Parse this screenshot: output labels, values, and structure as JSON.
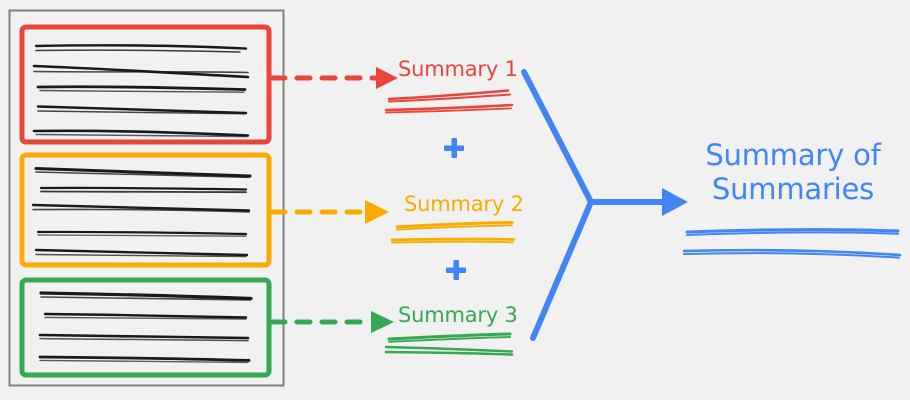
{
  "meta": {
    "title": "Summary of Summaries diagram",
    "background_color": "#f1f1f1"
  },
  "colors": {
    "red": "#e8453c",
    "orange": "#f9ab00",
    "green": "#34a853",
    "blue": "#4285f4",
    "text_black": "#1a1a1a",
    "container_border": "#808080",
    "background": "#f1f1f1"
  },
  "source_document": {
    "name": "document-container",
    "chunks": [
      {
        "id": "chunk-1",
        "color": "#e8453c",
        "line_count": 5,
        "label": ""
      },
      {
        "id": "chunk-2",
        "color": "#f9ab00",
        "line_count": 5,
        "label": ""
      },
      {
        "id": "chunk-3",
        "color": "#34a853",
        "line_count": 4,
        "label": ""
      }
    ]
  },
  "arrows": {
    "chunk_to_summary": [
      {
        "id": "arrow-chunk-1",
        "color": "#e8453c",
        "style": "dashed"
      },
      {
        "id": "arrow-chunk-2",
        "color": "#f9ab00",
        "style": "dashed"
      },
      {
        "id": "arrow-chunk-3",
        "color": "#34a853",
        "style": "dashed"
      }
    ],
    "merge": {
      "id": "arrow-merge",
      "color": "#4285f4",
      "style": "solid"
    }
  },
  "summaries": [
    {
      "id": "summary-1",
      "label": "Summary 1",
      "color": "#e8453c",
      "underline_count": 2
    },
    {
      "id": "summary-2",
      "label": "Summary 2",
      "color": "#f9ab00",
      "underline_count": 2
    },
    {
      "id": "summary-3",
      "label": "Summary 3",
      "color": "#34a853",
      "underline_count": 2
    }
  ],
  "operators": [
    {
      "id": "plus-1",
      "symbol": "+",
      "color": "#4285f4"
    },
    {
      "id": "plus-2",
      "symbol": "+",
      "color": "#4285f4"
    }
  ],
  "final_output": {
    "id": "summary-of-summaries",
    "line1": "Summary of",
    "line2": "Summaries",
    "label": "Summary of Summaries",
    "color": "#4285f4",
    "underline_count": 2
  }
}
